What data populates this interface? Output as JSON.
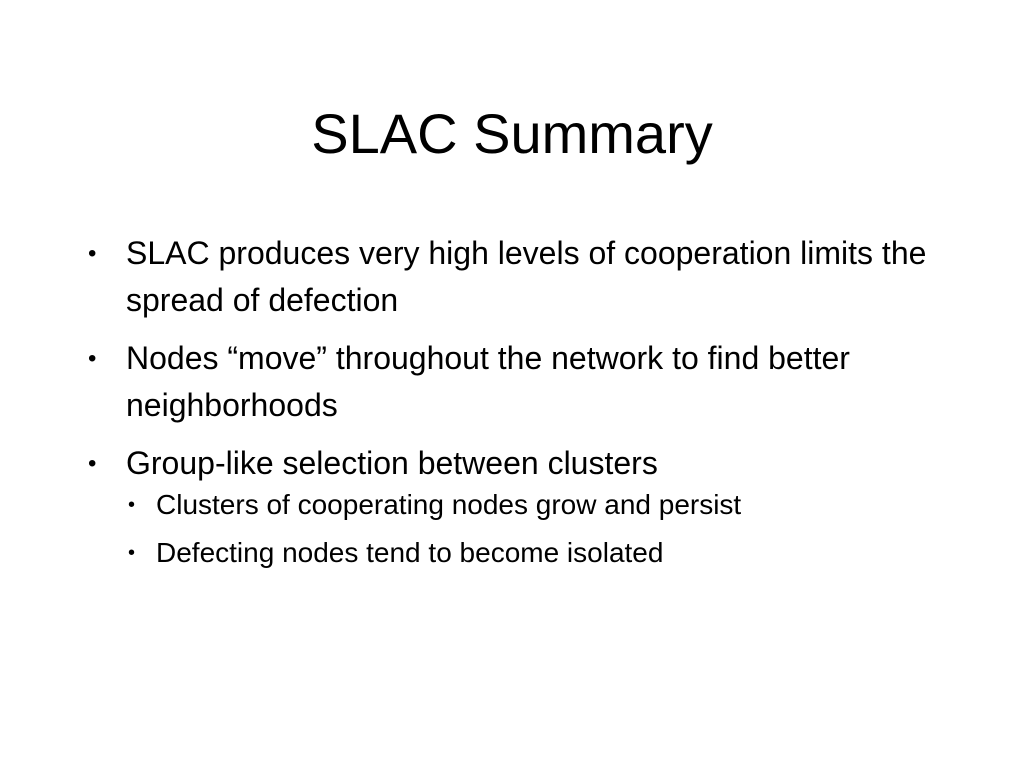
{
  "slide": {
    "title": "SLAC Summary",
    "bullets": [
      {
        "text": "SLAC produces very high levels of cooperation limits the spread of defection"
      },
      {
        "text": "Nodes “move” throughout the network to find better neighborhoods"
      },
      {
        "text": "Group-like selection between clusters",
        "sub_bullets": [
          "Clusters of cooperating nodes grow and persist",
          "Defecting nodes tend to become isolated"
        ]
      }
    ],
    "bullet_glyph": "•"
  }
}
